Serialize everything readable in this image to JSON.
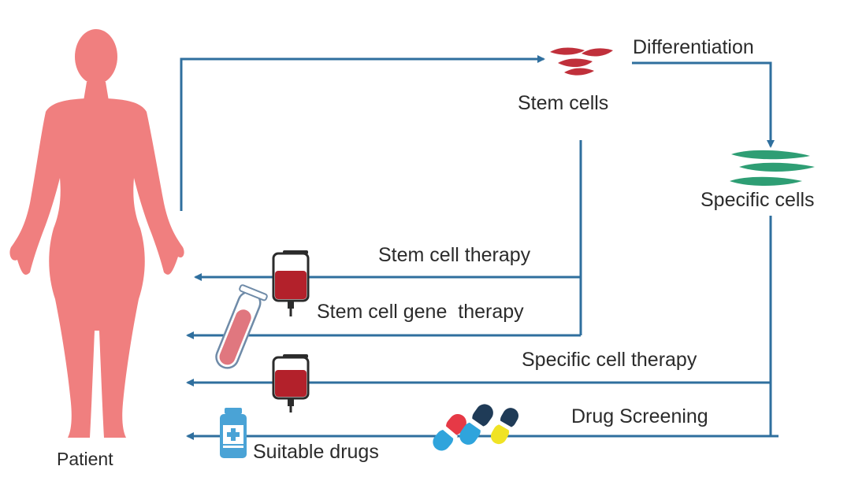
{
  "patient": {
    "label": "Patient"
  },
  "nodes": {
    "stem_cells": "Stem cells",
    "differentiation": "Differentiation",
    "specific_cells": "Specific cells"
  },
  "pathways": {
    "stem_cell_therapy": "Stem cell therapy",
    "stem_cell_gene_therapy": "Stem cell gene  therapy",
    "specific_cell_therapy": "Specific cell therapy",
    "drug_screening": "Drug Screening",
    "suitable_drugs": "Suitable drugs"
  },
  "colors": {
    "patient": "#f07f7f",
    "line": "#2f6f9e",
    "stem_cells": "#c0303b",
    "specific_cells": "#2e9e74",
    "blood": "#b3212b",
    "capsule_red": "#e63946",
    "capsule_navy": "#1f3b57",
    "capsule_blue": "#2fa4dc",
    "capsule_yellow": "#f0e325",
    "drug_bottle": "#4aa3d6"
  },
  "icons": [
    "patient-silhouette-icon",
    "stem-cells-icon",
    "specific-cells-icon",
    "blood-bag-icon",
    "test-tube-icon",
    "medicine-bottle-icon",
    "capsules-icon"
  ]
}
